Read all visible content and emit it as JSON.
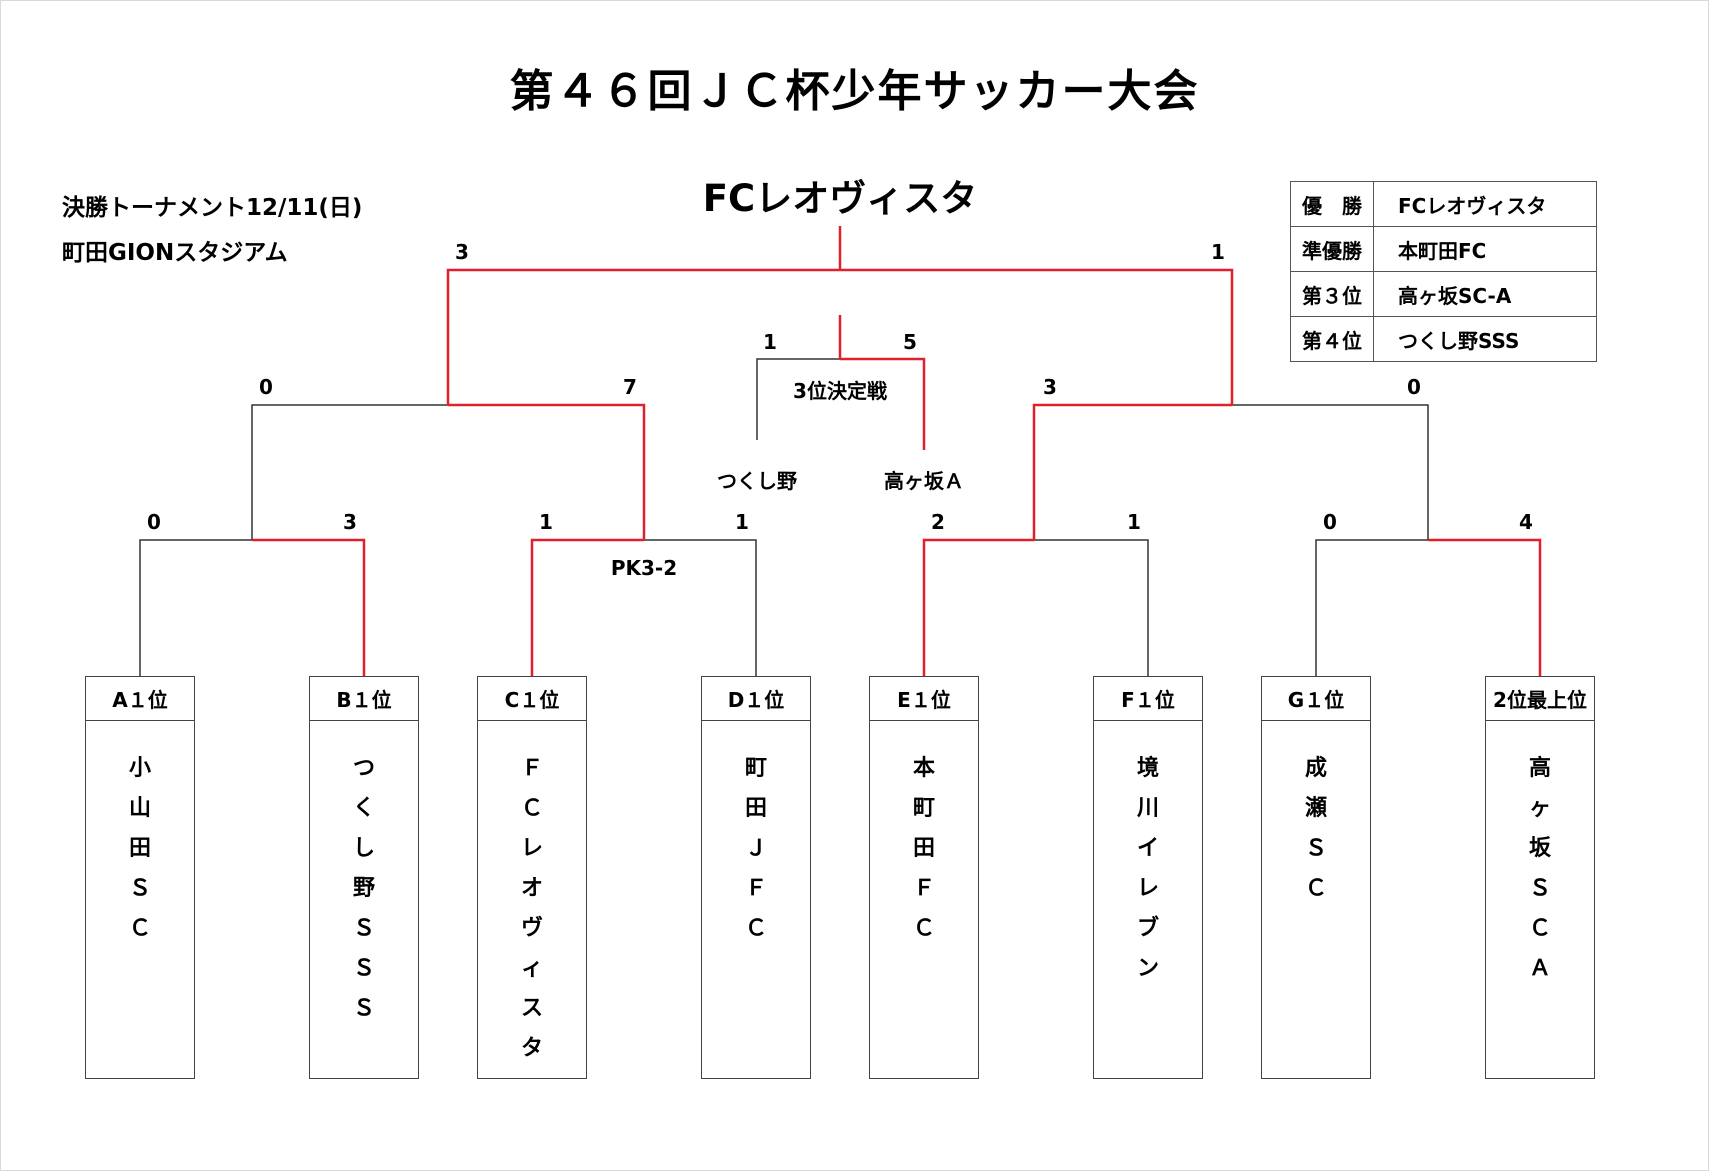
{
  "title": "第４６回ＪＣ杯少年サッカー大会",
  "champion": "FCレオヴィスタ",
  "info": {
    "line1": "決勝トーナメント12/11(日)",
    "line2": "町田GIONスタジアム"
  },
  "ranking": [
    {
      "rank": "優　勝",
      "team": "FCレオヴィスタ"
    },
    {
      "rank": "準優勝",
      "team": "本町田FC"
    },
    {
      "rank": "第３位",
      "team": "高ヶ坂SC-A"
    },
    {
      "rank": "第４位",
      "team": "つくし野SSS"
    }
  ],
  "teams": [
    {
      "seed": "A１位",
      "name": "小山田ＳＣ"
    },
    {
      "seed": "B１位",
      "name": "つくし野ＳＳＳ"
    },
    {
      "seed": "C１位",
      "name": "ＦＣレオヴィスタ"
    },
    {
      "seed": "D１位",
      "name": "町田ＪＦＣ"
    },
    {
      "seed": "E１位",
      "name": "本町田ＦＣ"
    },
    {
      "seed": "F１位",
      "name": "境川イレブン"
    },
    {
      "seed": "G１位",
      "name": "成瀬ＳＣ"
    },
    {
      "seed": "2位最上位",
      "name": "高ヶ坂ＳＣＡ"
    }
  ],
  "scores": {
    "r1": [
      "0",
      "3",
      "1",
      "1",
      "2",
      "1",
      "0",
      "4"
    ],
    "sf": [
      "0",
      "7",
      "3",
      "0"
    ],
    "final": [
      "3",
      "1"
    ],
    "third": [
      "1",
      "5"
    ]
  },
  "third_place": {
    "label": "3位決定戦",
    "left": "つくし野",
    "right": "高ヶ坂Ａ"
  },
  "pk_note": "PK3-2",
  "colors": {
    "winner": "#e0202a",
    "line": "#333333"
  }
}
